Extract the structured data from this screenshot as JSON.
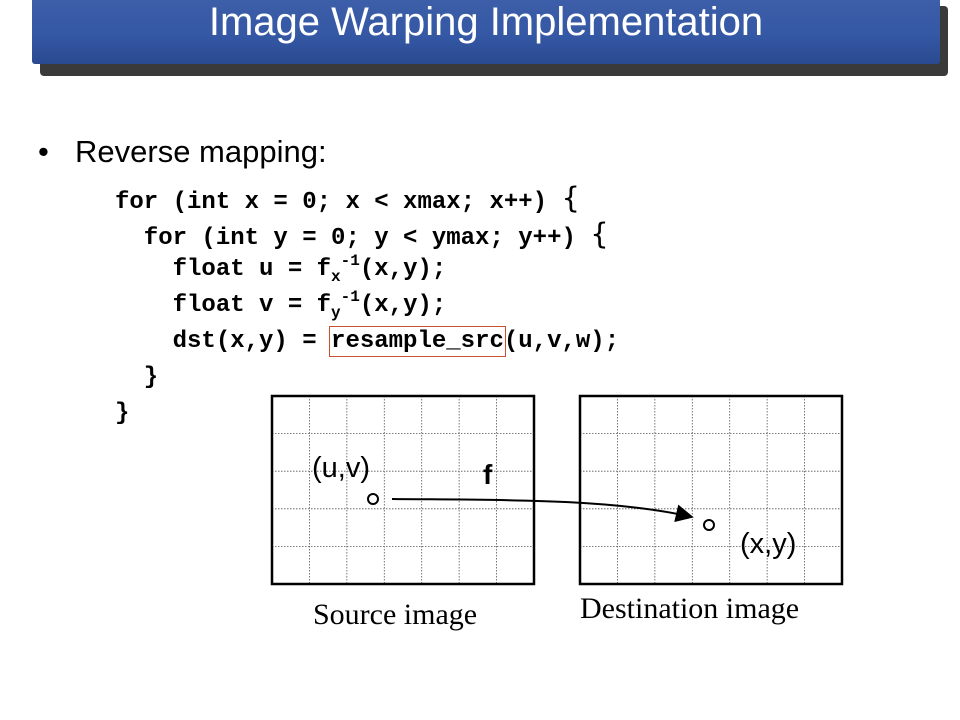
{
  "title": "Image Warping Implementation",
  "bullet": "•",
  "bullet_text": "Reverse mapping:",
  "code": {
    "line1": "for (int x = 0; x < xmax; x++) ",
    "line2": "  for (int y = 0; y < ymax; y++) ",
    "line3_pre": "    float u = f",
    "line3_sub": "x",
    "line3_sup": "-1",
    "line3_post": "(x,y);",
    "line4_pre": "    float v = f",
    "line4_sub": "y",
    "line4_sup": "-1",
    "line4_post": "(x,y);",
    "line5_pre": "    dst(x,y) = ",
    "line5_highlight": "resample_src",
    "line5_post": "(u,v,w);",
    "line6": "  }",
    "line7": "}",
    "open_brace": "{"
  },
  "diagram": {
    "source_point_label": "(u,v)",
    "dest_point_label": "(x,y)",
    "mapping_label": "f",
    "source_caption": "Source image",
    "dest_caption": "Destination image",
    "highlight_color": "#c65030",
    "title_bar_color": "#3558a5"
  }
}
